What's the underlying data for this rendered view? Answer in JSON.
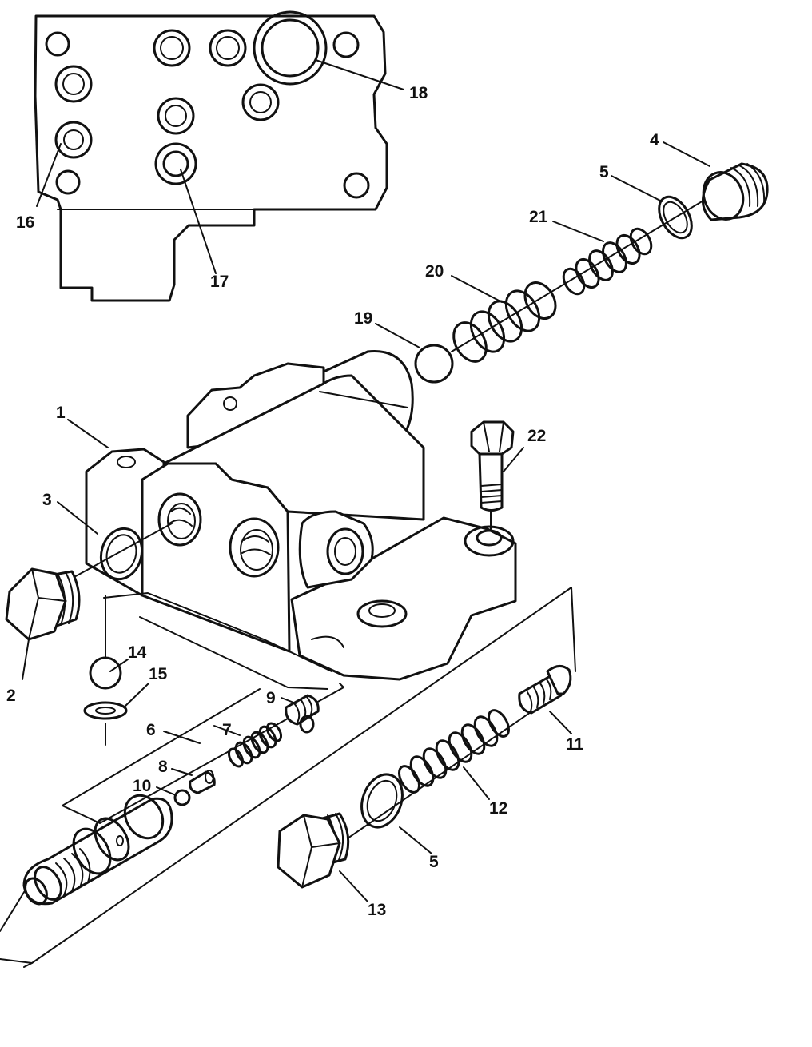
{
  "labels": {
    "l1": "1",
    "l2": "2",
    "l3": "3",
    "l4": "4",
    "l5a": "5",
    "l5b": "5",
    "l6": "6",
    "l7": "7",
    "l8": "8",
    "l9": "9",
    "l10": "10",
    "l11": "11",
    "l12": "12",
    "l13": "13",
    "l14": "14",
    "l15": "15",
    "l16": "16",
    "l17": "17",
    "l18": "18",
    "l19": "19",
    "l20": "20",
    "l21": "21",
    "l22": "22"
  }
}
